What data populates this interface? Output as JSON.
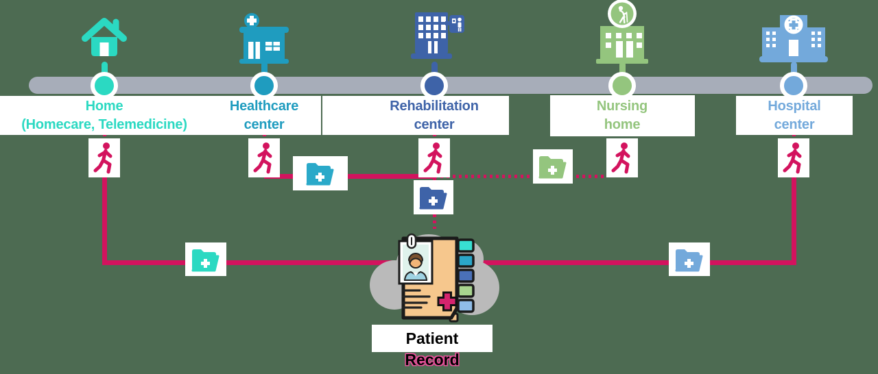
{
  "page": {
    "background_color": "#4D6B52"
  },
  "timeline": {
    "bar_color": "#A7ADB9"
  },
  "connector": {
    "color": "#D3135E"
  },
  "facilities": [
    {
      "name": "home",
      "label_line1": "Home",
      "label_line2": "(Homecare, Telemedicine)",
      "color": "#2BD9C2"
    },
    {
      "name": "healthcare-center",
      "label_line1": "Healthcare",
      "label_line2": "center",
      "color": "#1F9CBF"
    },
    {
      "name": "rehabilitation-center",
      "label_line1": "Rehabilitation",
      "label_line2": "center",
      "color": "#3E63A8"
    },
    {
      "name": "nursing-home",
      "label_line1": "Nursing",
      "label_line2": "home",
      "color": "#94C57E"
    },
    {
      "name": "hospital-center",
      "label_line1": "Hospital",
      "label_line2": "center",
      "color": "#73A9DB"
    }
  ],
  "folders": [
    {
      "name": "folder-healthcare-to-rehabilitation",
      "color": "#2AA9C9"
    },
    {
      "name": "folder-rehabilitation-to-record",
      "color": "#3E63A8"
    },
    {
      "name": "folder-rehabilitation-to-nursing",
      "color": "#94C57E"
    },
    {
      "name": "folder-home-to-record",
      "color": "#2BD9C2"
    },
    {
      "name": "folder-record-to-hospital",
      "color": "#73A9DB"
    }
  ],
  "patient_record": {
    "label_line1": "Patient",
    "label_line2": "Record",
    "cloud_color": "#BABABA",
    "book_color": "#F6C78D",
    "photo_bg": "#DFF2EC",
    "cross_color": "#D5246E",
    "tab_colors": [
      "#38E0D2",
      "#2BA6C9",
      "#4A70B8",
      "#A8D48F",
      "#8FBCE8"
    ]
  },
  "icons": {
    "person": "walking-person-icon",
    "folder": "medical-folder-plus-icon",
    "cloud": "cloud-icon",
    "record": "patient-record-book-icon"
  }
}
